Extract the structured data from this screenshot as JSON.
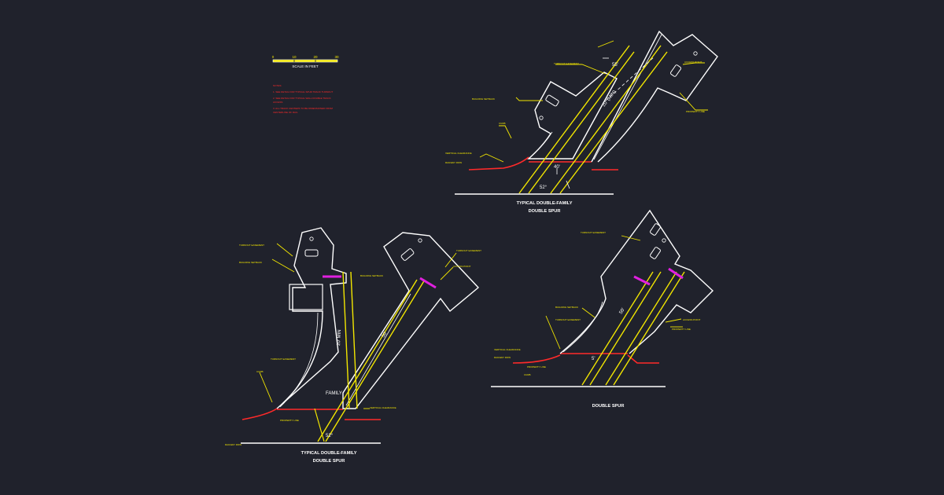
{
  "scale": {
    "ticks": [
      "0",
      "10",
      "20",
      "30"
    ],
    "label": "SCALE IN FEET"
  },
  "notes": {
    "heading": "NOTES:",
    "items": [
      "1.  SEE DETAIL FOR TYPICAL SPUR TRACK TURNOUT",
      "2.  SEE DETAIL FOR TYPICAL WALL DOUBLE TRACK",
      "    ACCESS",
      "3.  ALL TRACK CENTERS TO BE DIMENSIONED FROM",
      "    CENTERLINE OF RAIL"
    ]
  },
  "drawings": {
    "top_right": {
      "title": "TYPICAL DOUBLE-FAMILY",
      "subtitle": "DOUBLE SPUR",
      "angle": "52°",
      "dim_top": "55'",
      "dim_mid": "40'",
      "dim_spur": "20' (MIN)"
    },
    "bottom_left": {
      "title": "TYPICAL DOUBLE-FAMILY",
      "subtitle": "DOUBLE SPUR",
      "angle": "52°",
      "dim_a": "20' MIN",
      "dim_b": "50'",
      "dim_c": "FAMILY"
    },
    "bottom_right": {
      "title": "DOUBLE SPUR",
      "dim_a": "5'",
      "dim_b": "50'"
    }
  },
  "callouts": {
    "turnout": "TURNOUT EASEMENT",
    "access": "ACCESS POINT",
    "curb": "CURB",
    "property": "PROPERTY LINE",
    "building": "BUILDING SETBACK",
    "vertical": "VERTICAL CLEARANCE",
    "railway": "RAILWAY ROW"
  },
  "colors": {
    "background": "#20222c",
    "outline": "#ffffff",
    "track": "#f2e600",
    "property_line": "#ff2a2a",
    "highlight": "#e020e0"
  }
}
